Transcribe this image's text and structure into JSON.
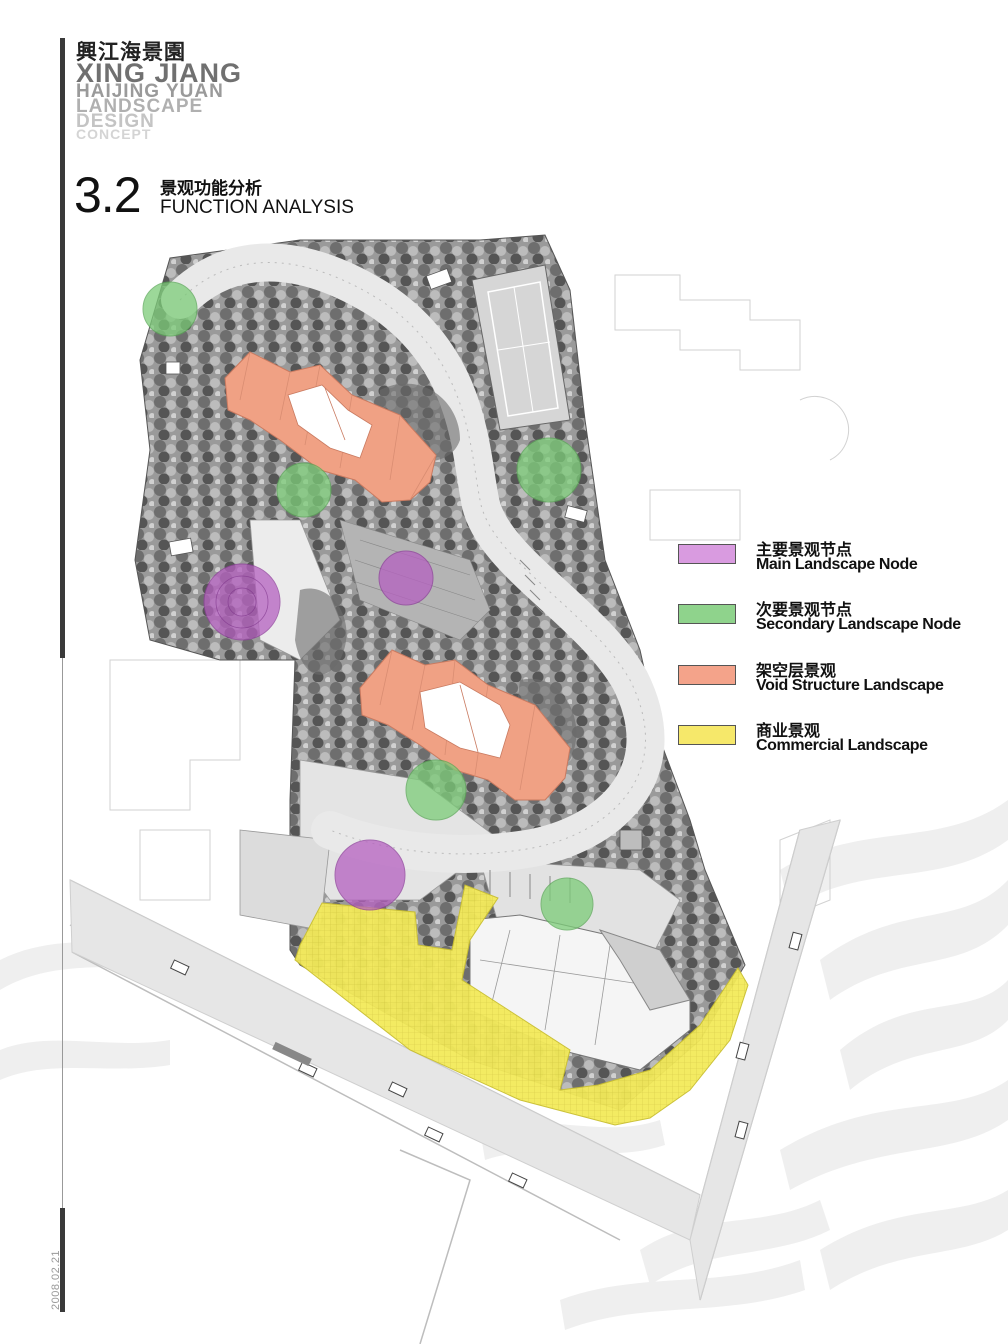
{
  "header": {
    "title_cn": "興江海景園",
    "line1": "XING JIANG",
    "line2": "HAIJING YUAN",
    "line3": "LANDSCAPE",
    "line4": "DESIGN",
    "line5": "CONCEPT"
  },
  "section": {
    "number": "3.2",
    "title_cn": "景观功能分析",
    "title_en": "FUNCTION ANALYSIS"
  },
  "date": "2008.02.21",
  "legend": [
    {
      "cn": "主要景观节点",
      "en": "Main Landscape Node",
      "color": "#d99be0"
    },
    {
      "cn": "次要景观节点",
      "en": "Secondary Landscape Node",
      "color": "#8fd38c"
    },
    {
      "cn": "架空层景观",
      "en": "Void Structure Landscape",
      "color": "#f4a38a"
    },
    {
      "cn": "商业景观",
      "en": "Commercial Landscape",
      "color": "#f6e86a"
    }
  ],
  "colors": {
    "main_node": "#b560c0",
    "secondary_node": "#7ccc78",
    "void_structure": "#f0a184",
    "commercial": "#f3ea5a",
    "vegetation": "#8a8a8a",
    "path": "#e8e8e8"
  }
}
